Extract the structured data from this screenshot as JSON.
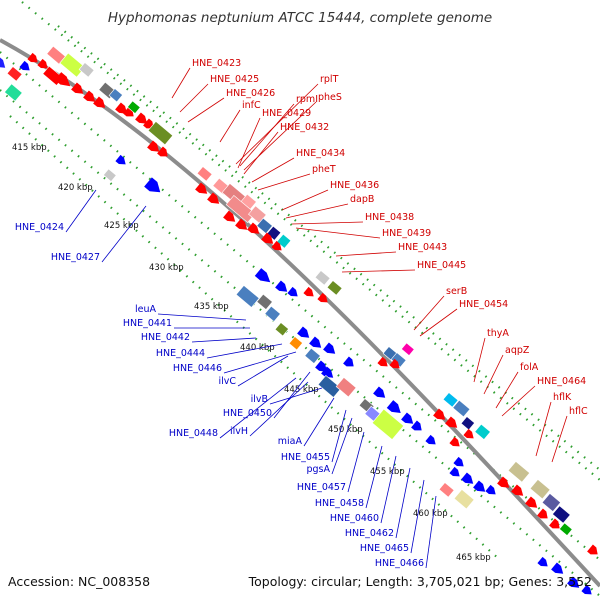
{
  "title": "Hyphomonas neptunium ATCC 15444, complete genome",
  "accession": "Accession: NC_008358",
  "topology": "Topology: circular; Length: 3,705,021 bp; Genes: 3,552",
  "colors": {
    "backbone": "#8c8c8c",
    "forward_gene": "#ff0000",
    "reverse_gene": "#0000ff",
    "forward_label": "#d00000",
    "reverse_label": "#0000c8",
    "dotted_guide": "#2e9e2e"
  },
  "kbp_ticks": [
    "415 kbp",
    "420 kbp",
    "425 kbp",
    "430 kbp",
    "435 kbp",
    "440 kbp",
    "445 kbp",
    "450 kbp",
    "455 kbp",
    "460 kbp",
    "465 kbp"
  ],
  "forward_labels": [
    "HNE_0423",
    "HNE_0425",
    "HNE_0426",
    "infC",
    "rplT",
    "rpmI",
    "pheS",
    "HNE_0429",
    "HNE_0432",
    "HNE_0434",
    "pheT",
    "HNE_0436",
    "dapB",
    "HNE_0438",
    "HNE_0439",
    "HNE_0443",
    "HNE_0445",
    "serB",
    "HNE_0454",
    "thyA",
    "aqpZ",
    "folA",
    "HNE_0464",
    "hflK",
    "hflC"
  ],
  "reverse_labels": [
    "HNE_0424",
    "HNE_0427",
    "leuA",
    "HNE_0441",
    "HNE_0442",
    "HNE_0444",
    "HNE_0446",
    "ilvC",
    "HNE_0450",
    "HNE_0448",
    "ilvH",
    "ilvB",
    "miaA",
    "HNE_0455",
    "pgsA",
    "HNE_0457",
    "HNE_0458",
    "HNE_0460",
    "HNE_0462",
    "HNE_0465",
    "HNE_0466"
  ]
}
